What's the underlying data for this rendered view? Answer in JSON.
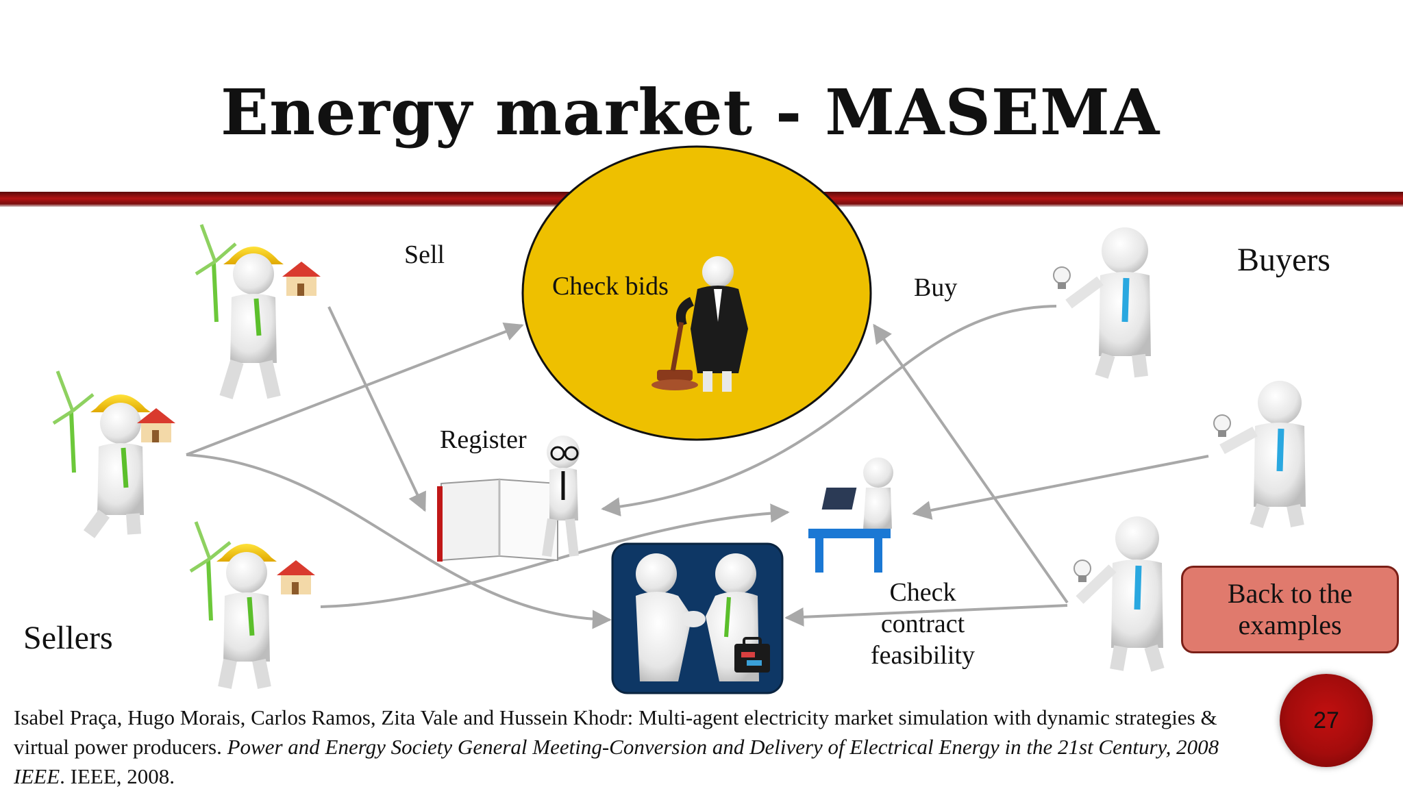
{
  "slide": {
    "title": "Energy market - MASEMA",
    "page_number": "27"
  },
  "colors": {
    "accent_band": "#a31010",
    "auction_circle": "#eec000",
    "contract_box": "#0e3765",
    "back_button": "#e07a6d",
    "arrows": "#a8a8a8",
    "buyer_tie": "#2aa8e0",
    "seller_tie": "#5bbf2b"
  },
  "diagram": {
    "label_sellers": "Sellers",
    "label_buyers": "Buyers",
    "label_sell": "Sell",
    "label_buy": "Buy",
    "label_register": "Register",
    "label_check_bids": "Check bids",
    "label_check_contract": [
      "Check",
      "contract",
      "feasibility"
    ],
    "icons": [
      "seller-figure",
      "wind-turbine",
      "house",
      "hard-hat",
      "buyer-figure",
      "light-bulb",
      "judge-figure",
      "gavel",
      "register-book",
      "operator-at-laptop",
      "handshake",
      "briefcase"
    ]
  },
  "back_button": {
    "line1": "Back to the",
    "line2": "examples"
  },
  "citation": {
    "authors": "Isabel Praça, Hugo Morais, Carlos Ramos, Zita Vale and Hussein Khodr: Multi-agent electricity market simulation with dynamic strategies & virtual power producers. ",
    "venue": "Power and Energy Society General Meeting-Conversion and Delivery of Electrical Energy in the 21st Century, 2008 IEEE",
    "tail": ". IEEE, 2008."
  }
}
